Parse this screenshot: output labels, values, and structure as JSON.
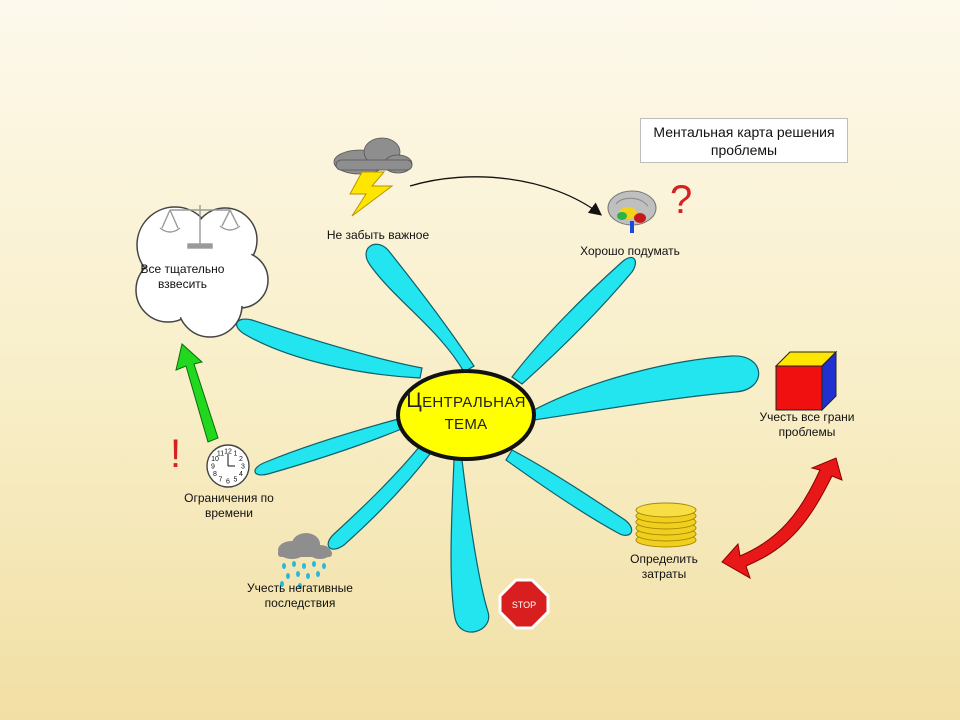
{
  "title": "Ментальная карта решения проблемы",
  "center": {
    "first_letter": "Ц",
    "line1_rest": "ЕНТРАЛЬНАЯ",
    "line2": "ТЕМА"
  },
  "nodes": {
    "weigh": "Все тщательно взвесить",
    "dont_forget": "Не забыть важное",
    "think": "Хорошо подумать",
    "facets": "Учесть все грани проблемы",
    "costs": "Определить затраты",
    "time": "Ограничения по времени",
    "negative": "Учесть негативные последствия"
  },
  "stop_label": "STOP",
  "marks": {
    "question": "?",
    "exclamation": "!"
  },
  "clock_numbers": [
    "12",
    "1",
    "2",
    "3",
    "4",
    "5",
    "6",
    "7",
    "8",
    "9",
    "10",
    "11"
  ],
  "colors": {
    "branch": "#22e5f0",
    "center_fill": "#ffff00",
    "green_arrow": "#22d81e",
    "red_arrow": "#e81818",
    "stop": "#d81e1e",
    "cube_red": "#f01010",
    "cube_yellow": "#ffe600",
    "cube_blue": "#2030d0"
  },
  "icons": [
    "scales-icon",
    "storm-cloud-icon",
    "lightning-icon",
    "brain-icon",
    "cube-icon",
    "coin-stack-icon",
    "stop-sign-icon",
    "clock-icon",
    "rain-cloud-icon"
  ]
}
